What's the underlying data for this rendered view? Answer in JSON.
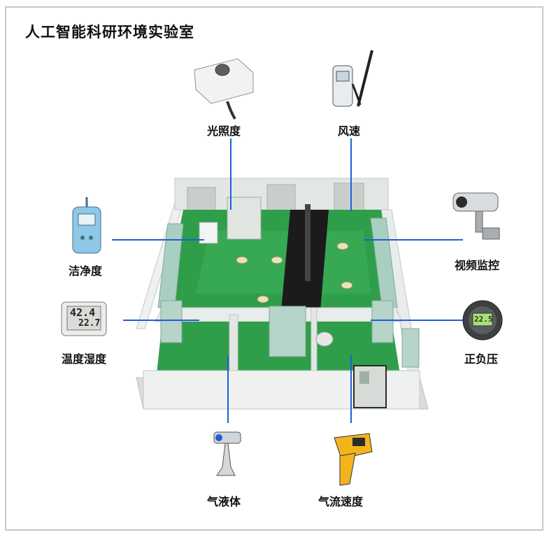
{
  "title": "人工智能科研环境实验室",
  "labels": {
    "light": "光照度",
    "wind": "风速",
    "clean": "洁净度",
    "video": "视频监控",
    "temp": "温度湿度",
    "pressure": "正负压",
    "gasliquid": "气液体",
    "flow": "气流速度"
  },
  "displays": {
    "temp_top": "42.4",
    "temp_bottom": "22.7",
    "pressure": "22.5"
  },
  "colors": {
    "line": "#1f5fd6",
    "floor": "#2f9e4a",
    "wall": "#e6ebe8",
    "cabinet": "#a9cfc1"
  }
}
